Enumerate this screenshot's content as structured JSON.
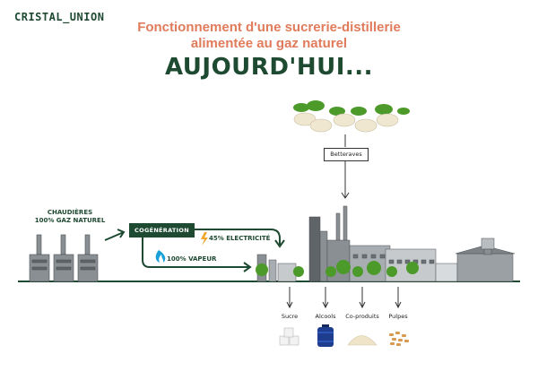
{
  "header": {
    "brand": "CRISTAL_UNION",
    "title_line1": "Fonctionnement d'une sucrerie-distillerie",
    "title_line2": "alimentée au gaz naturel",
    "title_line3": "AUJOURD'HUI..."
  },
  "diagram": {
    "boilers_label_line1": "CHAUDIÈRES",
    "boilers_label_line2": "100% GAZ NATUREL",
    "cogeneration": "COGÉNÉRATION",
    "electricity": "45% ELECTRICITÉ",
    "steam": "100% VAPEUR",
    "input": "Betteraves",
    "outputs": [
      "Sucre",
      "Alcools",
      "Co-produits",
      "Pulpes"
    ]
  },
  "colors": {
    "dark_green": "#1f4a32",
    "title_orange": "#e07b5b",
    "factory_gray": "#8a8f93",
    "tree_green": "#4c9a2a"
  }
}
